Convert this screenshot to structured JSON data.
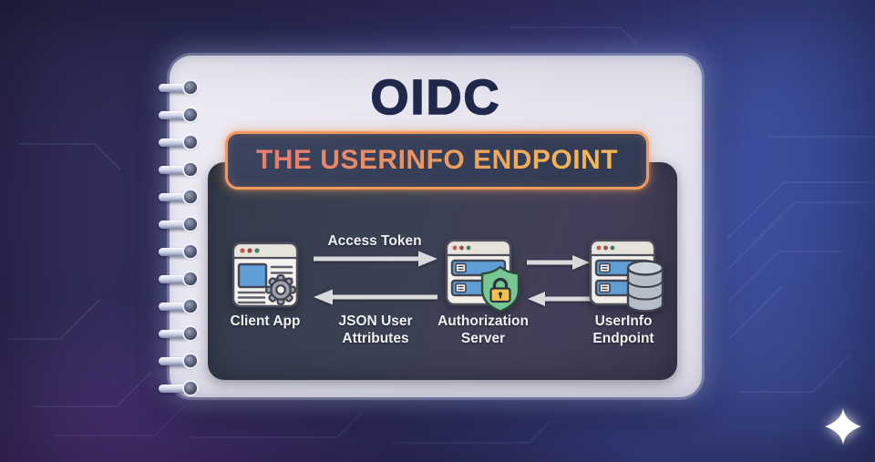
{
  "card": {
    "title": "OIDC",
    "banner": {
      "label": "THE USERINFO ENDPOINT"
    }
  },
  "diagram": {
    "nodes": [
      {
        "id": "client-app",
        "label": "Client App",
        "icon": "browser-gear-icon"
      },
      {
        "id": "authorization-server",
        "label": "Authorization Server",
        "icon": "server-shield-lock-icon"
      },
      {
        "id": "userinfo-endpoint",
        "label": "UserInfo Endpoint",
        "icon": "server-database-icon"
      }
    ],
    "flows": [
      {
        "from": "Client App",
        "to": "Authorization Server",
        "label": "Access Token",
        "direction": "right"
      },
      {
        "from": "Authorization Server",
        "to": "Client App",
        "label": "JSON User Attributes",
        "direction": "left"
      },
      {
        "from": "Authorization Server",
        "to": "UserInfo Endpoint",
        "label": "",
        "direction": "right"
      },
      {
        "from": "UserInfo Endpoint",
        "to": "Authorization Server",
        "label": "",
        "direction": "left"
      }
    ]
  },
  "decor": {
    "spiral_ring_count": 12,
    "logo_icon": "four-point-sparkle"
  },
  "colors": {
    "accent_orange": "#f09a5f",
    "banner_text_gradient": [
      "#e87e6a",
      "#f4b757"
    ],
    "title_navy": "#212a4d",
    "card_bg": "#e9e8f2",
    "panel_bg": "#3a4152",
    "arrow": "#d9dadc",
    "label_text": "#f0f1f3",
    "shield_green": "#78c792",
    "lock_amber": "#f2c04b",
    "server_bar_blue": "#5f9ed6",
    "database_gray": "#b6bdc8",
    "background_navy": "#252849",
    "background_purple": "#50307a",
    "background_blue": "#3c478d"
  }
}
